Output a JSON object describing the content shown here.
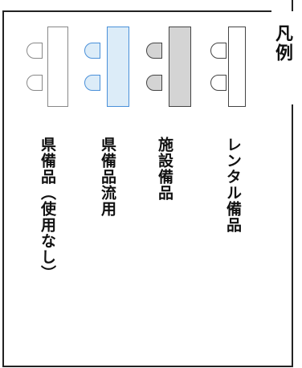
{
  "legend": {
    "title": "凡例",
    "items": [
      {
        "label": "レンタル備品",
        "desk_fill": "#ffffff",
        "chair_fill": "#ffffff",
        "border": "#444444"
      },
      {
        "label": "施設備品",
        "desk_fill": "#d4d4d4",
        "chair_fill": "#d4d4d4",
        "border": "#444444"
      },
      {
        "label": "県備品流用",
        "desk_fill": "#dcecf8",
        "chair_fill": "#dcecf8",
        "border": "#4a90d9"
      },
      {
        "label": "県備品（使用なし）",
        "desk_fill": "#ffffff",
        "chair_fill": "#ffffff",
        "border": "#888888"
      }
    ]
  }
}
